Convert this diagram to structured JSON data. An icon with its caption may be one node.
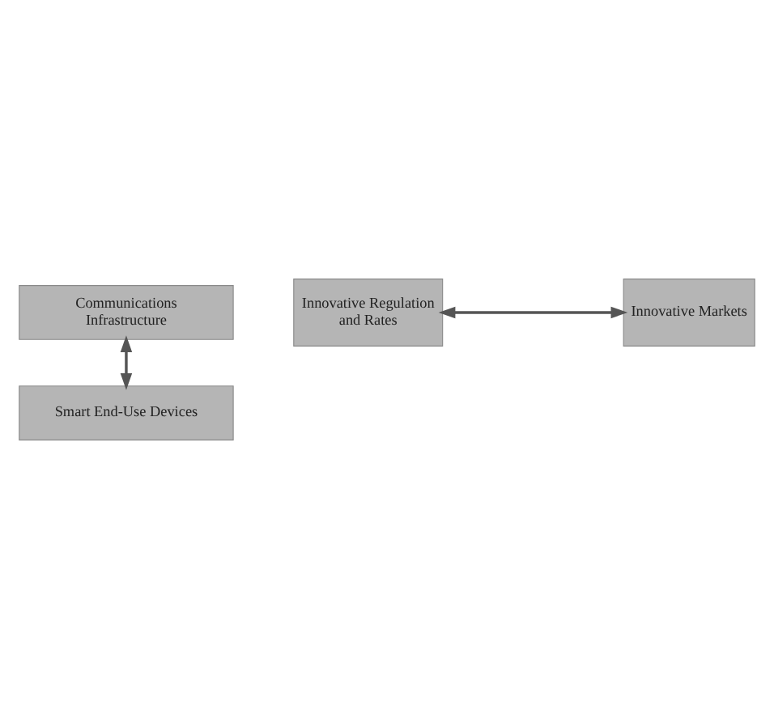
{
  "diagram": {
    "nodes": [
      {
        "text": [
          "Communications Infrastructure"
        ]
      },
      {
        "text": [
          "Innovative Regulation and Rates"
        ]
      },
      {
        "text": [
          "Innovative Markets"
        ]
      },
      {
        "text": [
          "Smart End-Use Devices"
        ]
      }
    ],
    "edges": [
      {
        "from": 0,
        "to": 3,
        "arrow": "both"
      },
      {
        "from": 1,
        "to": 2,
        "arrow": "both"
      }
    ]
  }
}
